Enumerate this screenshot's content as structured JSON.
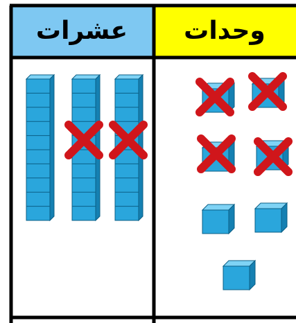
{
  "headers": {
    "tens": "عشرات",
    "ones": "وحدات"
  },
  "colors": {
    "tens_header_bg": "#7ec8f2",
    "ones_header_bg": "#ffff00",
    "cube_face": "#2aa6dc",
    "cube_top": "#7fd3f5",
    "cube_side": "#1580b2",
    "cross": "#d0161b",
    "border": "#000000"
  },
  "tens_rods": {
    "count": 3,
    "cubes_per_rod": 10,
    "crossed_out": [
      false,
      true,
      true
    ]
  },
  "ones_cubes": {
    "count": 7,
    "crossed_out": [
      true,
      true,
      true,
      true,
      false,
      false,
      false
    ]
  }
}
